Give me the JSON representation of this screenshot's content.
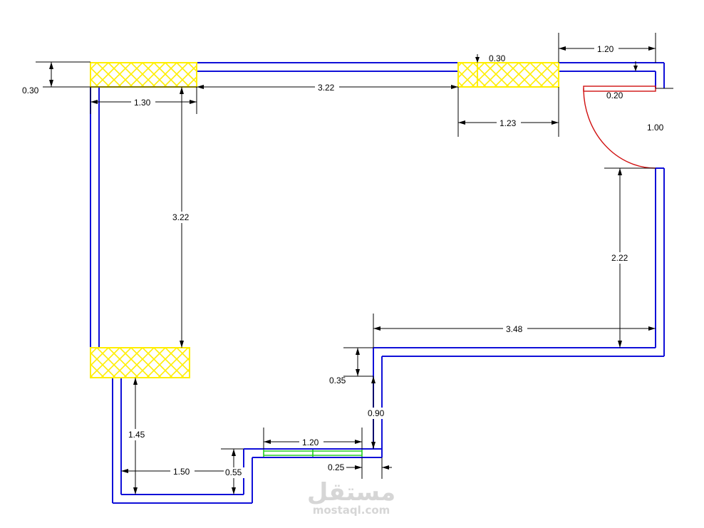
{
  "colors": {
    "wall": "#1010d8",
    "hatch": "#ffee00",
    "door": "#d01010",
    "glass": "#22cc22",
    "dimension": "#000000",
    "watermark": "#d6d6d6"
  },
  "dimensions": {
    "top_left_wall_thickness": "0.30",
    "top_left_window": "1.30",
    "top_wall_span": "3.22",
    "top_right_window_thickness": "0.30",
    "top_right_window": "1.23",
    "door_side_top": "1.20",
    "door_side_offset": "0.20",
    "door_opening": "1.00",
    "left_wall_span": "3.22",
    "right_wall_lower": "2.22",
    "step_horizontal": "3.48",
    "step_vertical": "0.35",
    "step_lower_vertical": "0.90",
    "bottom_left_vertical": "1.45",
    "bottom_left_horizontal": "1.50",
    "bottom_step": "0.55",
    "bottom_window": "1.20",
    "bottom_offset": "0.25"
  },
  "watermark": {
    "arabic": "مستقل",
    "latin": "mostaql.com"
  }
}
